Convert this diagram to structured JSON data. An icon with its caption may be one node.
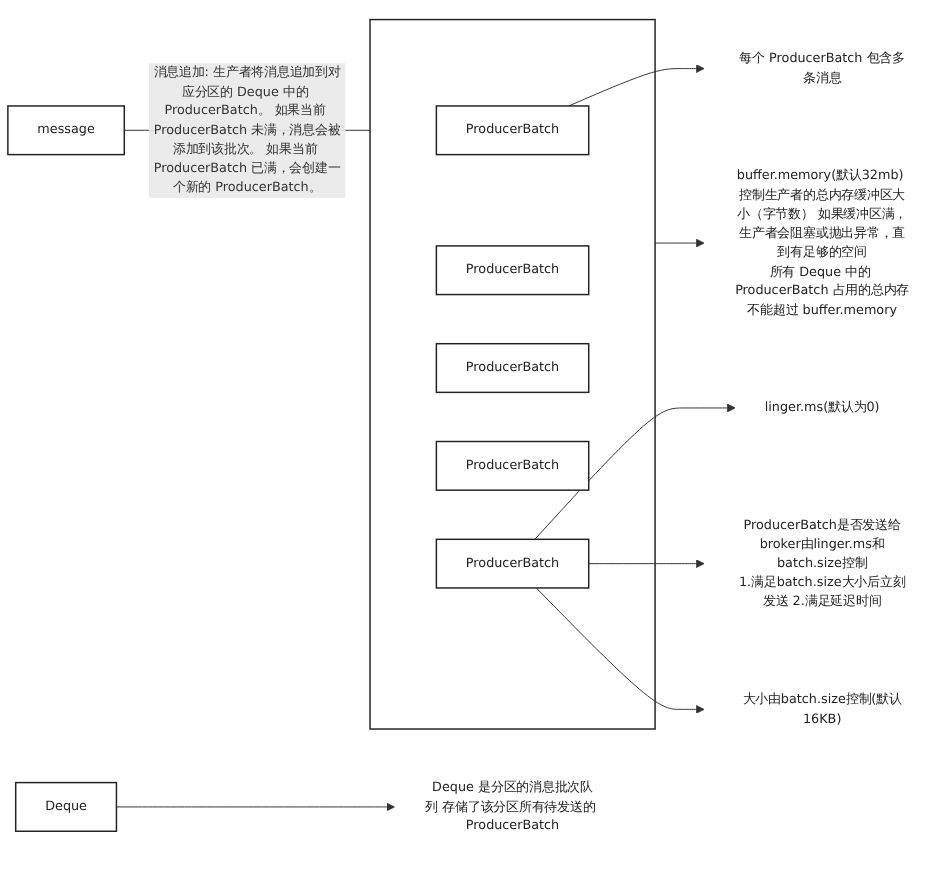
{
  "diagram": {
    "nodes": [
      {
        "text": [
          "message"
        ]
      },
      {
        "text": [
          "Deque"
        ]
      },
      {
        "text": [],
        "shape": "box"
      },
      {
        "text": [
          "ProducerBatch"
        ],
        "in": 2
      },
      {
        "text": [
          "ProducerBatch"
        ],
        "in": 2
      },
      {
        "text": [
          "ProducerBatch"
        ],
        "in": 2
      },
      {
        "text": [
          "ProducerBatch"
        ],
        "in": 2
      },
      {
        "text": [
          "ProducerBatch"
        ],
        "in": 2
      },
      {
        "text": [
          "Deque 是分区的消息批次队列 存储了该分区所有待发送的 ProducerBatch"
        ]
      },
      {
        "text": [
          "每个 ProducerBatch 包含多条消息"
        ]
      },
      {
        "text": [
          "buffer.memory(默认32mb) 控制生产者的总内存缓冲区大小（字节数） 如果缓冲区满，生产者会阻塞或抛出异常，直到有足够的空间",
          "所有 Deque 中的 ProducerBatch 占用的总内存不能超过 buffer.memory"
        ]
      },
      {
        "text": [
          "linger.ms(默认为0)"
        ]
      },
      {
        "text": [
          "ProducerBatch是否发送给broker由linger.ms和batch.size控制",
          "1.满足batch.size大小后立刻发送 2.满足延迟时间"
        ]
      },
      {
        "text": [
          "大小由batch.size控制(默认16KB)"
        ]
      }
    ],
    "edges": [
      {
        "from": 0,
        "to": 2,
        "arrow": "none",
        "label": "消息追加: 生产者将消息追加到对应分区的 Deque 中的 ProducerBatch。 如果当前 ProducerBatch 未满，消息会被添加到该批次。 如果当前 ProducerBatch 已满，会创建一个新的 ProducerBatch。"
      },
      {
        "from": 1,
        "to": 8,
        "arrow": "to"
      },
      {
        "from": 3,
        "to": 9,
        "arrow": "to"
      },
      {
        "from": 2,
        "to": 10,
        "arrow": "to"
      },
      {
        "from": 7,
        "to": 11,
        "arrow": "to"
      },
      {
        "from": 7,
        "to": 12,
        "arrow": "to"
      },
      {
        "from": 7,
        "to": 13,
        "arrow": "to"
      }
    ]
  }
}
